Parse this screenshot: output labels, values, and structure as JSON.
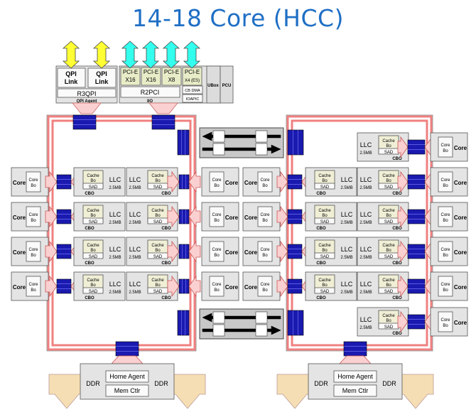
{
  "title": "14-18 Core (HCC)",
  "labels": {
    "core": "Core",
    "core_small": "Core",
    "bo": "Bo",
    "cache": "Cache",
    "sad": "SAD",
    "cbo": "CBO",
    "llc": "LLC",
    "llc_size": "2.5MB",
    "qpi_link": [
      "QPI",
      "Link"
    ],
    "r3qpi": "R3QPI",
    "qpi_agent": "QPI Agent",
    "pcie_blocks": [
      {
        "l1": "PCI-E",
        "l2": "X16"
      },
      {
        "l1": "PCI-E",
        "l2": "X16"
      },
      {
        "l1": "PCI-E",
        "l2": "X8"
      },
      {
        "l1": "PCI-E",
        "l2": "X4 (ES)"
      }
    ],
    "r2pci": "R2PCI",
    "iio": "IIO",
    "cb_dma": "CB DMA",
    "ioapic": "IOAPIC",
    "ubox": "UBox",
    "pcu": "PCU",
    "home_agent": "Home Agent",
    "mem_ctlr": "Mem Ctlr",
    "ddr": "DDR"
  },
  "colors": {
    "title": "#1f6fc5",
    "yellow_arrow": "#ffff33",
    "cyan_arrow": "#33ffee",
    "ring": "#f08080",
    "ring_fill": "#fbd0d0",
    "stop": "#1a1ab0",
    "tan_arrow": "#f5deb3",
    "box_fill": "#e4e4e4",
    "cache_fill": "#f0efd6"
  }
}
